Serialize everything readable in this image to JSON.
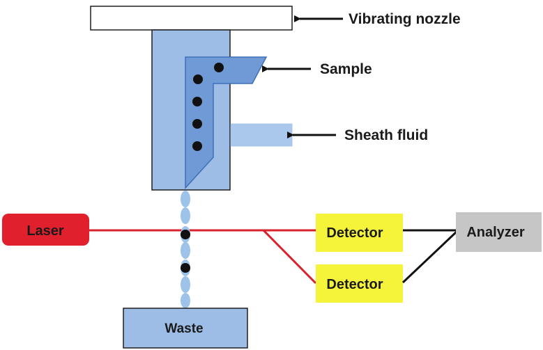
{
  "labels": {
    "vibrating_nozzle": "Vibrating nozzle",
    "sample": "Sample",
    "sheath_fluid": "Sheath fluid",
    "laser": "Laser",
    "detector_1": "Detector",
    "detector_2": "Detector",
    "analyzer": "Analyzer",
    "waste": "Waste"
  },
  "colors": {
    "chamber_fill": "#9dbde6",
    "chamber_stroke": "#1f1f1f",
    "sample_channel_fill": "#6f9ad6",
    "sample_channel_stroke": "#3e6fb8",
    "sheath_fill": "#a9c8ec",
    "droplet": "#9dc3e8",
    "cell": "#111111",
    "laser_fill": "#e0202c",
    "laser_beam": "#d9222e",
    "detector_fill": "#f5f33a",
    "analyzer_fill": "#c6c6c6",
    "waste_fill": "#9dbde6",
    "arrow": "#111111"
  },
  "icons": {
    "pointer": "arrow-left-icon",
    "cell": "cell-dot-icon",
    "droplet": "droplet-icon"
  }
}
